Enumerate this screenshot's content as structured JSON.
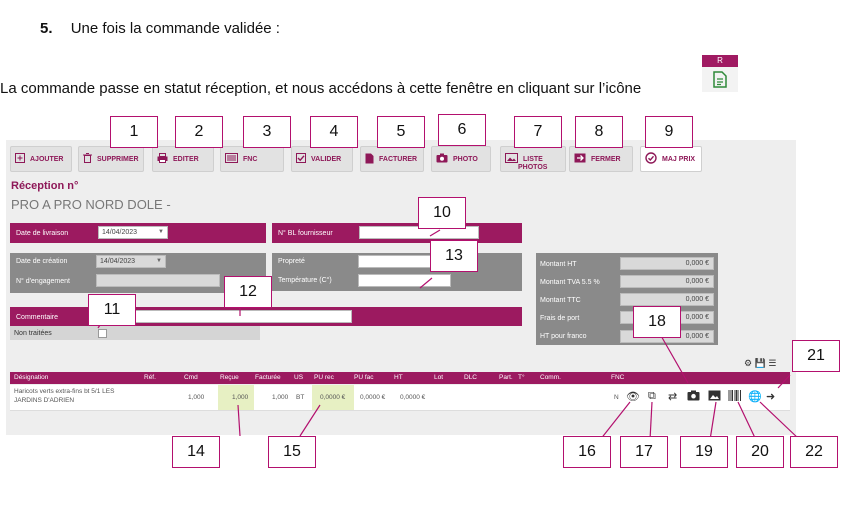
{
  "document": {
    "heading_num": "5.",
    "heading_text": "Une fois la commande validée :",
    "paragraph": "La commande passe en statut réception, et nous accédons à cette fenêtre en cliquant sur l’icône",
    "icon_letter": "R"
  },
  "toolbar": {
    "ajouter": "AJOUTER",
    "supprimer": "SUPPRIMER",
    "editer": "EDITER",
    "fnc": "FNC",
    "valider": "VALIDER",
    "facturer": "FACTURER",
    "photo": "PHOTO",
    "liste_photos_1": "LISTE",
    "liste_photos_2": "PHOTOS",
    "fermer": "FERMER",
    "maj_prix": "MAJ PRIX"
  },
  "header": {
    "title": "Réception n°",
    "supplier": "PRO A PRO NORD DOLE -"
  },
  "form": {
    "date_livraison_label": "Date de livraison",
    "date_livraison": "14/04/2023",
    "date_creation_label": "Date de création",
    "date_creation": "14/04/2023",
    "engagement_label": "N° d'engagement",
    "bl_label": "N° BL fournisseur",
    "proprete_label": "Propreté",
    "temperature_label": "Température (C°)",
    "commentaire_label": "Commentaire",
    "non_traitees_label": "Non traitées"
  },
  "totals": {
    "ht_label": "Montant HT",
    "ht": "0,000 €",
    "tva_label": "Montant TVA 5.5 %",
    "tva": "0,000 €",
    "ttc_label": "Montant TTC",
    "ttc": "0,000 €",
    "port_label": "Frais de port",
    "port": "0,000 €",
    "franco_label": "HT pour franco",
    "franco": "0,000 €"
  },
  "grid": {
    "columns": [
      "Désignation",
      "Réf.",
      "Cmd",
      "Reçue",
      "Facturée",
      "US",
      "PU rec",
      "PU fac",
      "HT",
      "Lot",
      "DLC",
      "Part.",
      "T°",
      "Comm.",
      "FNC"
    ],
    "row": {
      "designation_1": "Haricots verts extra-fins bt 5/1 LES",
      "designation_2": "JARDINS D'ADRIEN",
      "cmd": "1,000",
      "recue": "1,000",
      "facturee": "1,000",
      "us": "BT",
      "pu_rec": "0,0000 €",
      "pu_fac": "0,0000 €",
      "ht": "0,0000 €",
      "fnc": "N"
    }
  },
  "callouts": [
    "1",
    "2",
    "3",
    "4",
    "5",
    "6",
    "7",
    "8",
    "9",
    "10",
    "11",
    "12",
    "13",
    "14",
    "15",
    "16",
    "17",
    "18",
    "19",
    "20",
    "21",
    "22"
  ],
  "colors": {
    "brand": "#9c1a60",
    "callout_border": "#b3106e",
    "highlight": "#e7f0c3"
  }
}
